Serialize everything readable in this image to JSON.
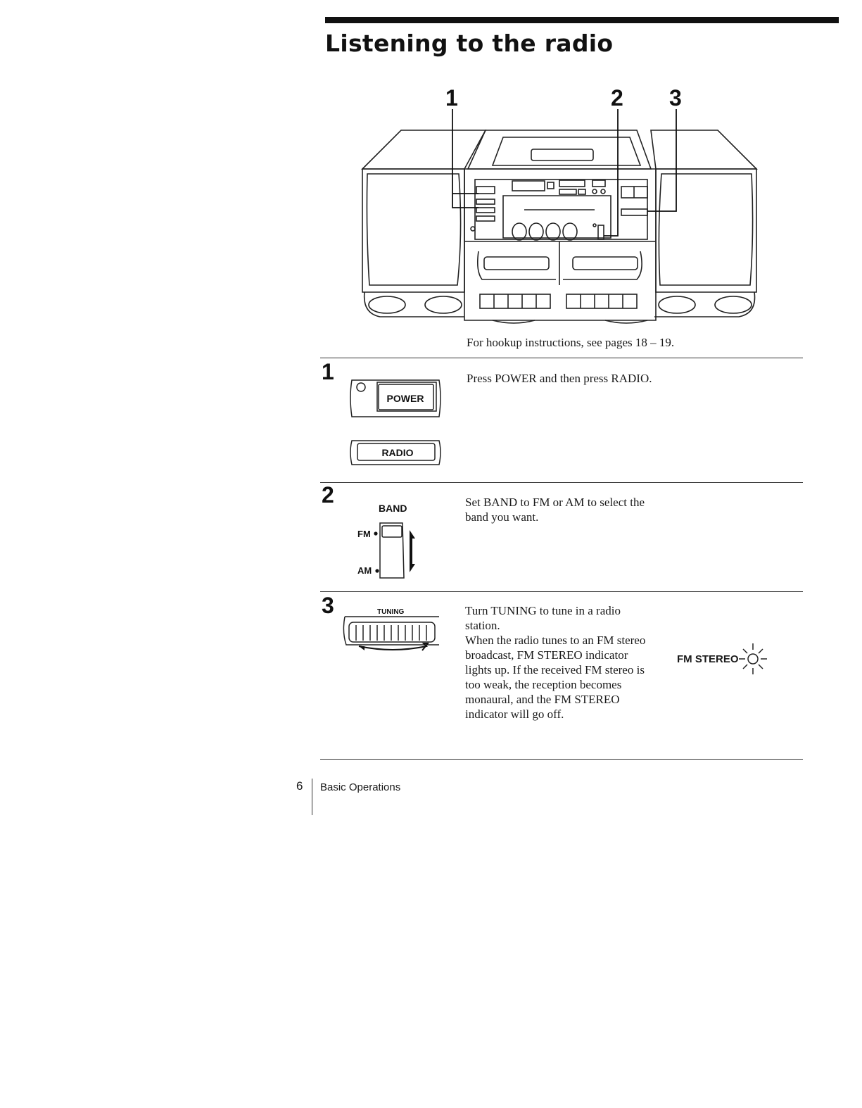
{
  "page": {
    "title": "Listening to the radio",
    "hookup_note": "For hookup instructions, see pages 18 – 19."
  },
  "figure": {
    "callouts": [
      "1",
      "2",
      "3"
    ]
  },
  "steps": [
    {
      "number": "1",
      "text": "Press POWER and then press RADIO.",
      "labels": {
        "power": "POWER",
        "radio": "RADIO"
      }
    },
    {
      "number": "2",
      "text": "Set BAND to FM or AM to select the band you want.",
      "labels": {
        "band": "BAND",
        "fm": "FM",
        "am": "AM"
      }
    },
    {
      "number": "3",
      "text": "Turn TUNING to tune in a radio station.\nWhen the radio tunes to an FM stereo broadcast, FM STEREO indicator lights up. If the received FM stereo is too weak, the reception becomes monaural, and the FM STEREO indicator will go off.",
      "labels": {
        "tuning": "TUNING",
        "fm_stereo": "FM STEREO"
      }
    }
  ],
  "footer": {
    "page_number": "6",
    "section": "Basic Operations"
  }
}
